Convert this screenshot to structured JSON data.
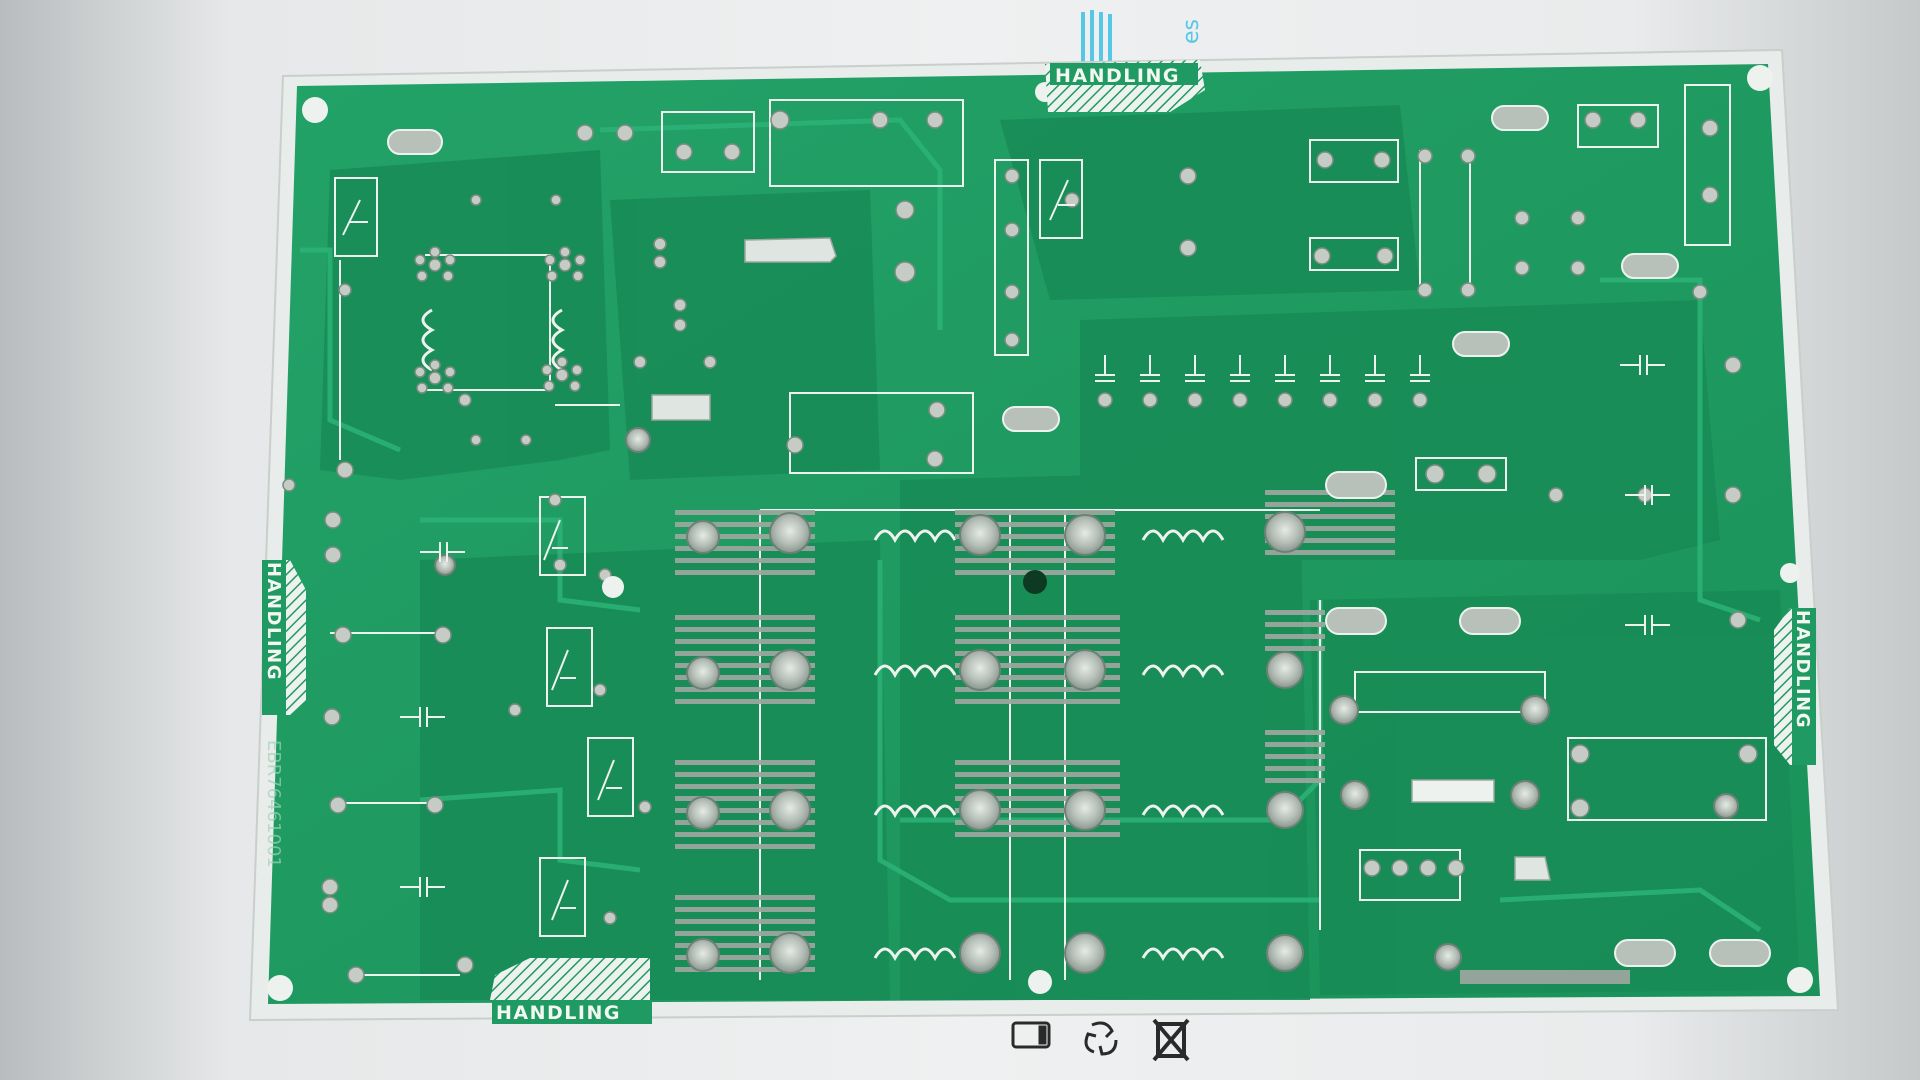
{
  "scene": "green printed circuit board, solder side, photographed on a light background",
  "colors": {
    "board": "#1f9a63",
    "copper_pour": "#178a55",
    "trace": "#26a86d",
    "silkscreen": "#eef2ee",
    "solder": "#b9c2bb",
    "substrate_edge": "#e8ecea",
    "background": "#e6e8e9",
    "wire": "#57c7e6"
  },
  "labels": {
    "handling_top": "HANDLING",
    "handling_bottom": "HANDLING",
    "handling_left": "HANDLING",
    "handling_right": "HANDLING",
    "part_number": "EBR76461001",
    "edge_mark": "es"
  },
  "icons": [
    "phone-icon",
    "recycle-icon",
    "crossed-bin-icon"
  ]
}
